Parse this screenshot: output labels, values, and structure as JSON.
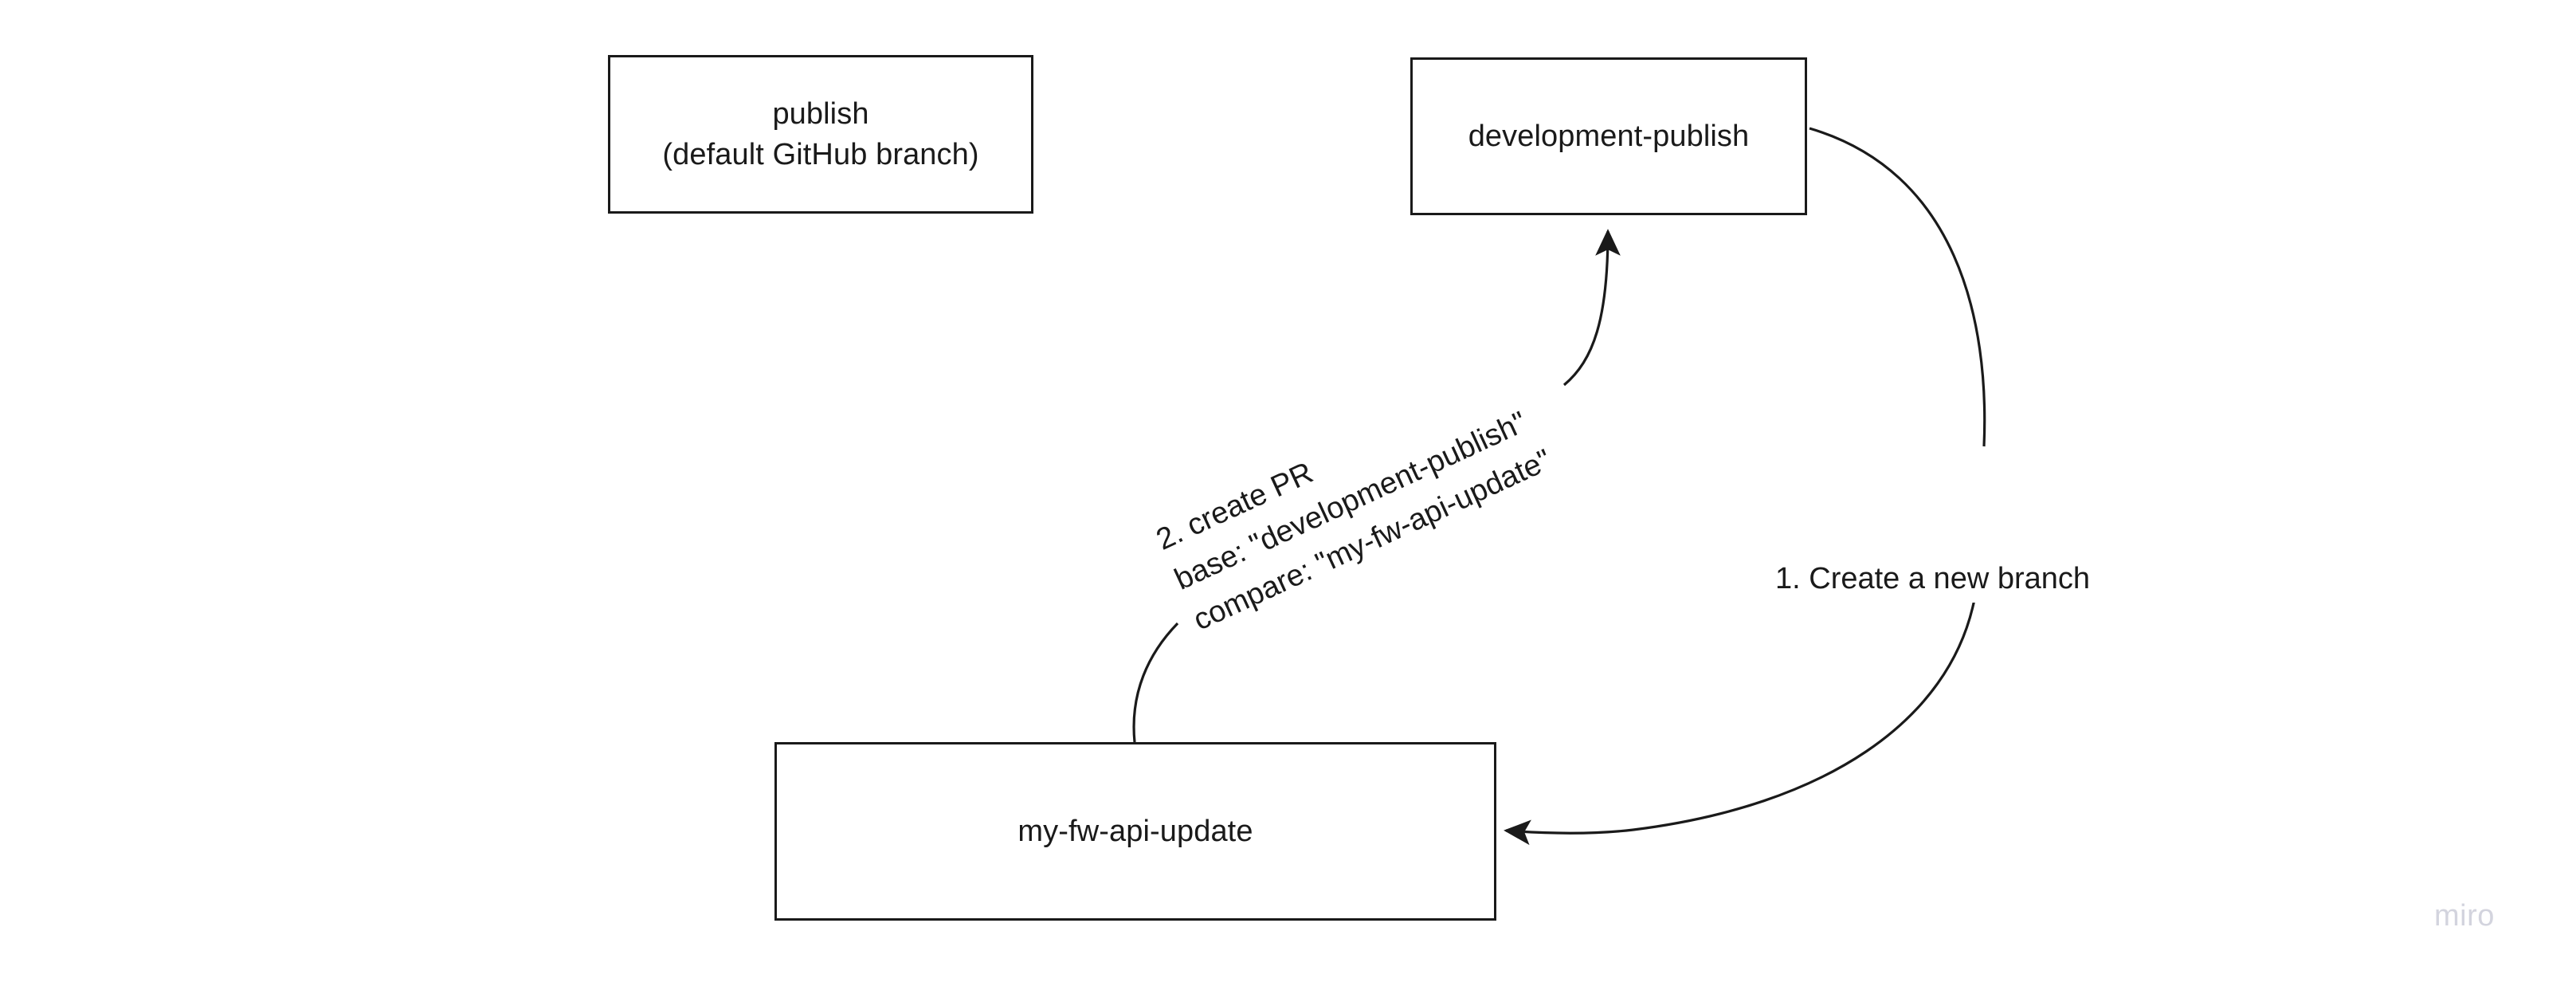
{
  "diagram": {
    "type": "flowchart",
    "background_color": "#ffffff",
    "stroke_color": "#1a1a1a",
    "nodes": [
      {
        "id": "publish",
        "label": "publish\n(default GitHub branch)",
        "shape": "rectangle"
      },
      {
        "id": "development-publish",
        "label": "development-publish",
        "shape": "rectangle"
      },
      {
        "id": "my-fw-api-update",
        "label": "my-fw-api-update",
        "shape": "rectangle"
      }
    ],
    "edges": [
      {
        "id": "create-branch",
        "from": "development-publish",
        "to": "my-fw-api-update",
        "label": "1. Create a new branch",
        "arrowhead": "to"
      },
      {
        "id": "create-pr",
        "from": "my-fw-api-update",
        "to": "development-publish",
        "label": "2. create PR\nbase: \"development-publish\"\ncompare: \"my-fw-api-update\"",
        "arrowhead": "to"
      }
    ]
  },
  "watermark": {
    "text": "miro",
    "color": "#d3d4de"
  }
}
